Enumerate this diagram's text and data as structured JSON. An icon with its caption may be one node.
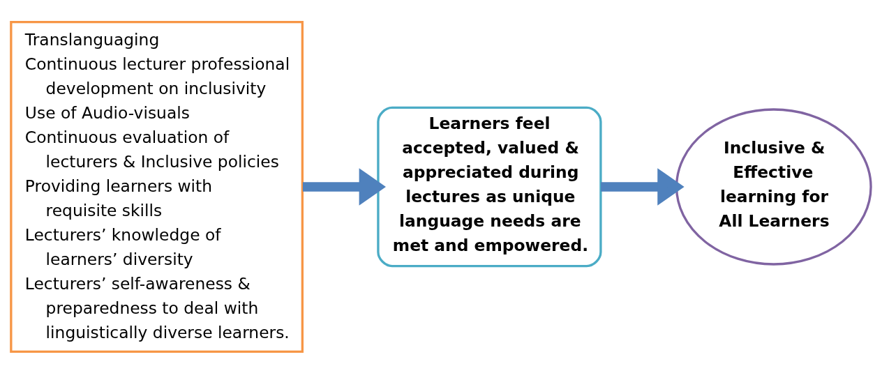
{
  "diagram": {
    "nodes": [
      {
        "text": [
          "Translanguaging",
          "Continuous lecturer professional development on inclusivity",
          "Use of Audio-visuals",
          "Continuous evaluation of lecturers & Inclusive policies",
          "Providing learners with requisite skills",
          "Lecturers’ knowledge of learners’ diversity",
          "Lecturers’ self-awareness & preparedness to deal with linguistically diverse learners."
        ]
      },
      {
        "text": [
          "Learners feel accepted, valued & appreciated during lectures as unique language needs are met and empowered."
        ]
      },
      {
        "text": [
          "Inclusive & Effective learning for All Learners"
        ]
      }
    ],
    "edges": [
      {
        "from": 0,
        "to": 1,
        "arrow": "to"
      },
      {
        "from": 1,
        "to": 2,
        "arrow": "to"
      }
    ]
  }
}
